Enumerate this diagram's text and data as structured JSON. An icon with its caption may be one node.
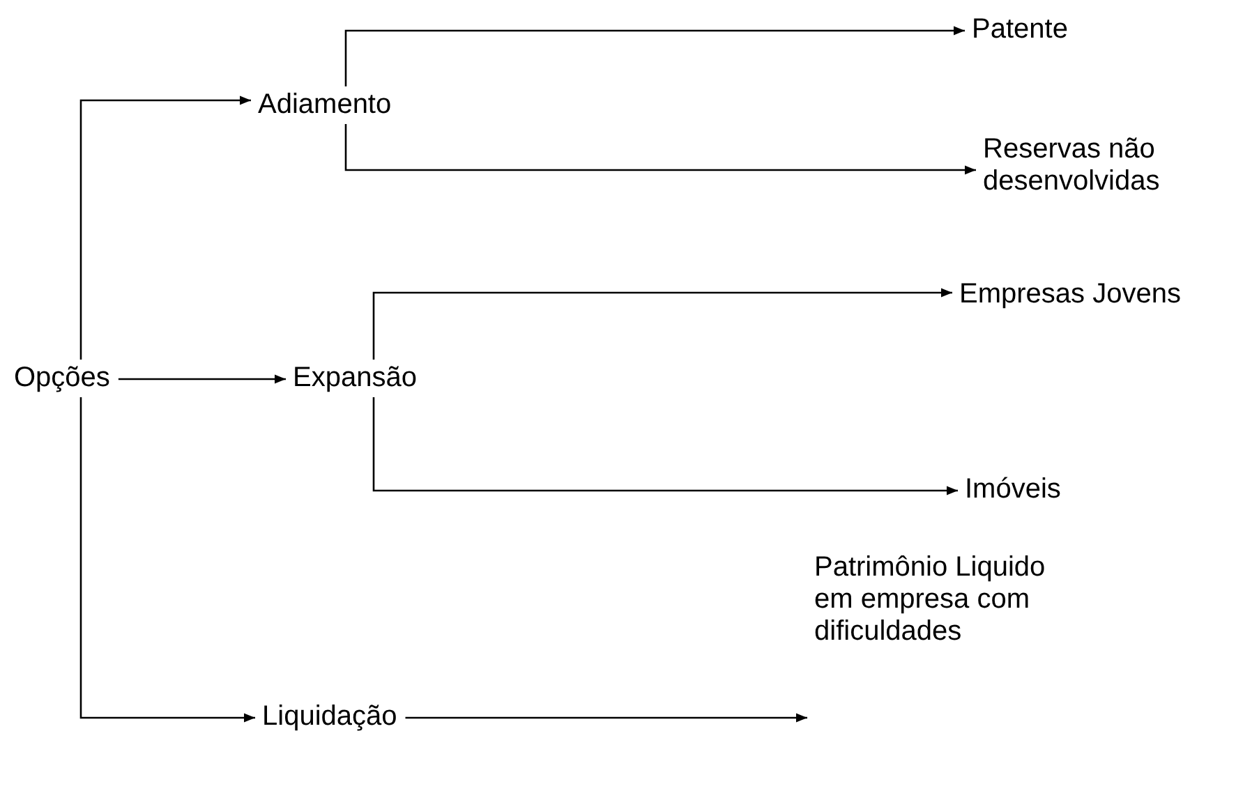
{
  "diagram": {
    "nodes": [
      {
        "text": [
          "Opções"
        ]
      },
      {
        "text": [
          "Adiamento"
        ]
      },
      {
        "text": [
          "Expansão"
        ]
      },
      {
        "text": [
          "Liquidação"
        ]
      },
      {
        "text": [
          "Patente"
        ]
      },
      {
        "text": [
          "Reservas não desenvolvidas"
        ]
      },
      {
        "text": [
          "Empresas Jovens"
        ]
      },
      {
        "text": [
          "Imóveis"
        ]
      },
      {
        "text": [
          "Patrimônio Liquido em empresa com dificuldades"
        ]
      }
    ],
    "edges": [
      {
        "from": 0,
        "to": 1,
        "arrow": "to"
      },
      {
        "from": 0,
        "to": 2,
        "arrow": "to"
      },
      {
        "from": 0,
        "to": 3,
        "arrow": "to"
      },
      {
        "from": 1,
        "to": 4,
        "arrow": "to"
      },
      {
        "from": 1,
        "to": 5,
        "arrow": "to"
      },
      {
        "from": 2,
        "to": 6,
        "arrow": "to"
      },
      {
        "from": 2,
        "to": 7,
        "arrow": "to"
      },
      {
        "from": 3,
        "to": 8,
        "arrow": "to"
      }
    ]
  }
}
